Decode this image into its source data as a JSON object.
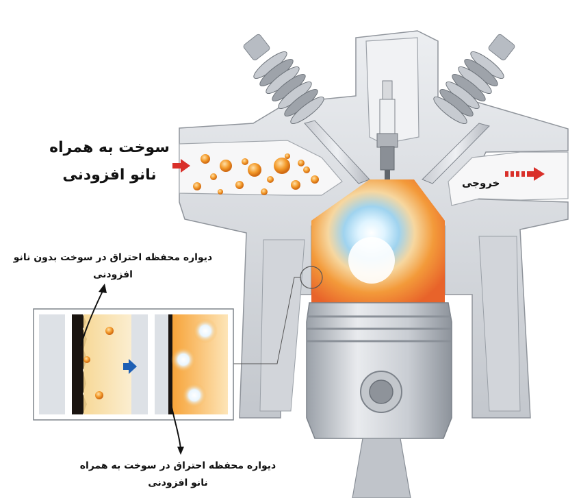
{
  "labels": {
    "intake_line1": "سوخت به همراه",
    "intake_line2": "نانو افزودنی",
    "exhaust": "خروجی",
    "wall_without_line1": "دیواره محفظه احتراق در سوخت بدون نانو",
    "wall_without_line2": "افزودنی",
    "wall_with_line1": "دیواره محفظه احتراق در سوخت به همراه",
    "wall_with_line2": "نانو افزودنی"
  },
  "colors": {
    "arrow_red": "#d9302a",
    "arrow_blue": "#1e5fb4",
    "metal_light": "#e6e8ec",
    "metal_mid": "#b9bdc4",
    "metal_dark": "#8a8f97",
    "flame_orange": "#f08a2c",
    "flame_core": "#bfe6ff",
    "particle": "#f39a2a",
    "deposit": "#1a1410"
  },
  "icons": [
    "intake-arrow-icon",
    "exhaust-arrow-icon",
    "transition-arrow-icon"
  ]
}
